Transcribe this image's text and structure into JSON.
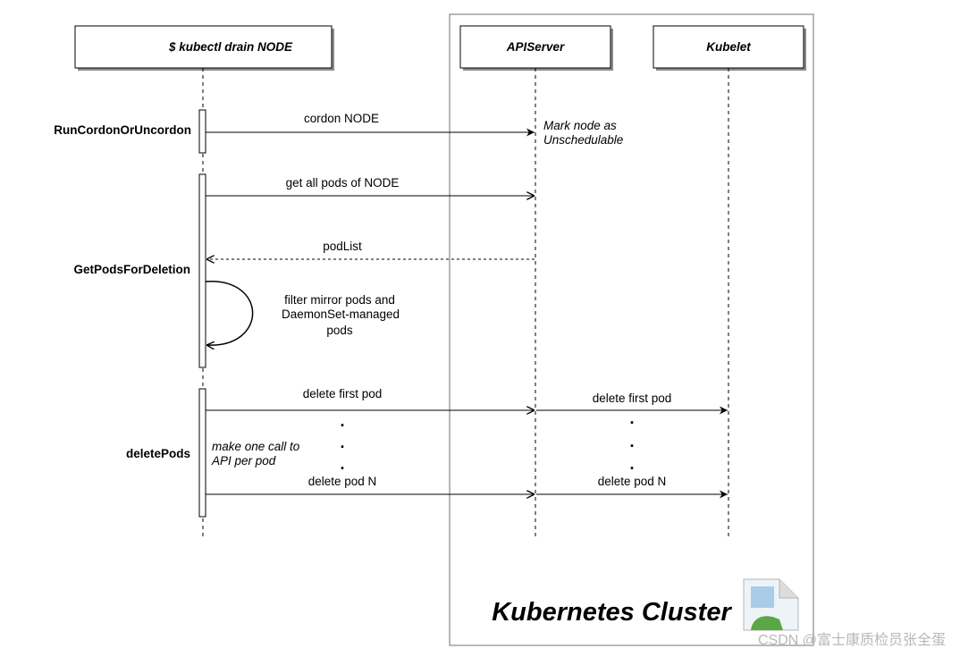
{
  "participants": {
    "kubectl": "$ kubectl drain NODE",
    "apiserver": "APIServer",
    "kubelet": "Kubelet"
  },
  "cluster_label": "Kubernetes Cluster",
  "stages": {
    "cordon": "RunCordonOrUncordon",
    "getpods": "GetPodsForDeletion",
    "delete": "deletePods"
  },
  "messages": {
    "cordon": "cordon NODE",
    "get_pods": "get all pods of NODE",
    "pod_list": "podList",
    "filter_line1": "filter mirror pods and",
    "filter_line2": "DaemonSet-managed",
    "filter_line3": "pods",
    "delete_first_api": "delete first pod",
    "delete_first_kubelet": "delete first pod",
    "delete_n_api": "delete pod N",
    "delete_n_kubelet": "delete pod N",
    "ellipsis_dot": "."
  },
  "notes": {
    "mark_line1": "Mark node as",
    "mark_line2": "Unschedulable",
    "call_line1": "make one call to",
    "call_line2": "API per pod"
  },
  "watermark": "CSDN @富士康质检员张全蛋",
  "colors": {
    "line": "#000000",
    "cluster_border": "#a0a0a0",
    "shadow": "#8c8c8c",
    "watermark": "#b8b8b8",
    "image_blue": "#a9cde8",
    "image_green": "#5aa845"
  },
  "icons": {
    "broken_image": "broken-image-icon"
  }
}
